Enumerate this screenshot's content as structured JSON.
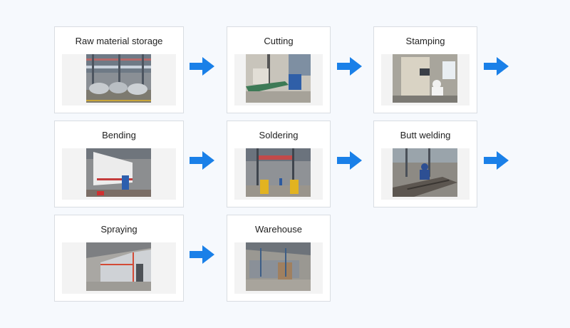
{
  "diagram": {
    "type": "process-flow",
    "accent_color": "#1a80e8",
    "steps": [
      {
        "label": "Raw material storage",
        "image": "warehouse-coils-photo"
      },
      {
        "label": "Cutting",
        "image": "cutting-line-photo"
      },
      {
        "label": "Stamping",
        "image": "stamping-press-photo"
      },
      {
        "label": "Bending",
        "image": "press-brake-photo"
      },
      {
        "label": "Soldering",
        "image": "soldering-station-photo"
      },
      {
        "label": "Butt welding",
        "image": "butt-welding-photo"
      },
      {
        "label": "Spraying",
        "image": "spray-booth-photo"
      },
      {
        "label": "Warehouse",
        "image": "finished-goods-warehouse-photo"
      }
    ],
    "connector_icon": "right-arrow-icon"
  }
}
